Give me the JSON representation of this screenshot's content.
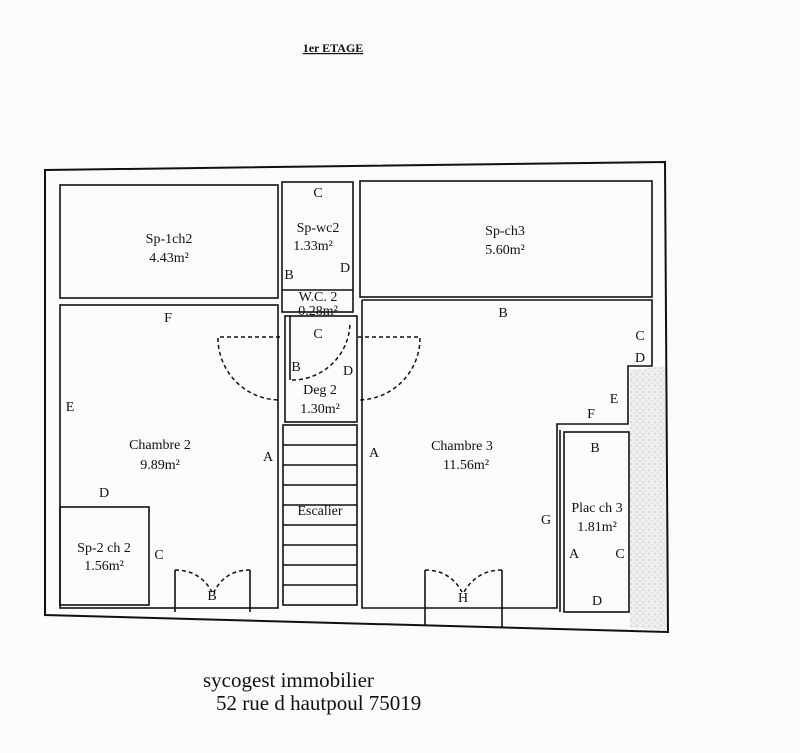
{
  "title": "1er ETAGE",
  "rooms": {
    "sp1ch2": {
      "name": "Sp-1ch2",
      "area": "4.43m²"
    },
    "spwc2": {
      "name": "Sp-wc2",
      "area": "1.33m²"
    },
    "wc2": {
      "name": "W.C. 2",
      "area": "0.28m²"
    },
    "spch3": {
      "name": "Sp-ch3",
      "area": "5.60m²"
    },
    "chambre2": {
      "name": "Chambre 2",
      "area": "9.89m²"
    },
    "deg2": {
      "name": "Deg 2",
      "area": "1.30m²"
    },
    "escalier": {
      "name": "Escalier"
    },
    "chambre3": {
      "name": "Chambre 3",
      "area": "11.56m²"
    },
    "placch3": {
      "name": "Plac ch 3",
      "area": "1.81m²"
    },
    "sp2ch2": {
      "name": "Sp-2 ch 2",
      "area": "1.56m²"
    }
  },
  "wall_labels": {
    "a": "A",
    "b": "B",
    "c": "C",
    "d": "D",
    "e": "E",
    "f": "F",
    "g": "G",
    "h": "H"
  },
  "footer": {
    "company": "sycogest immobilier",
    "address": "52 rue d hautpoul 75019"
  }
}
